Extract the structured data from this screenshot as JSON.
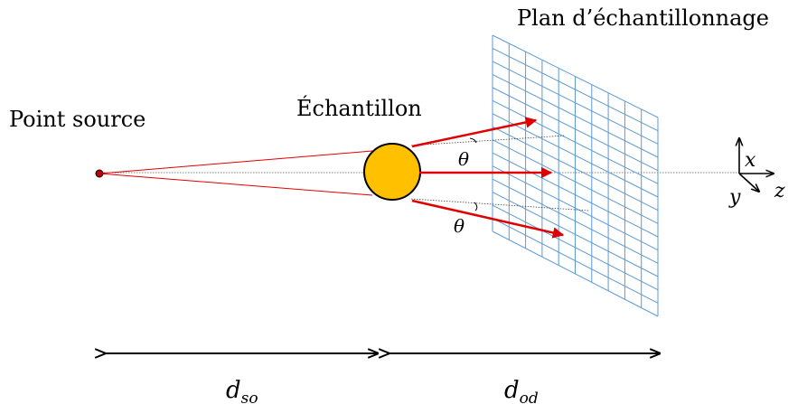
{
  "labels": {
    "point_source": "Point source",
    "sample": "Échantillon",
    "sampling_plane": "Plan d’échantillonnage"
  },
  "math": {
    "theta": "θ",
    "axis_x": "x",
    "axis_y": "y",
    "axis_z": "z",
    "d_so_main": "d",
    "d_so_sub": "so",
    "d_od_main": "d",
    "d_od_sub": "od"
  },
  "colors": {
    "sample_fill": "#ffc000",
    "ray": "#e00000",
    "grid": "#5b9bd5",
    "source_fill": "#c00000"
  }
}
